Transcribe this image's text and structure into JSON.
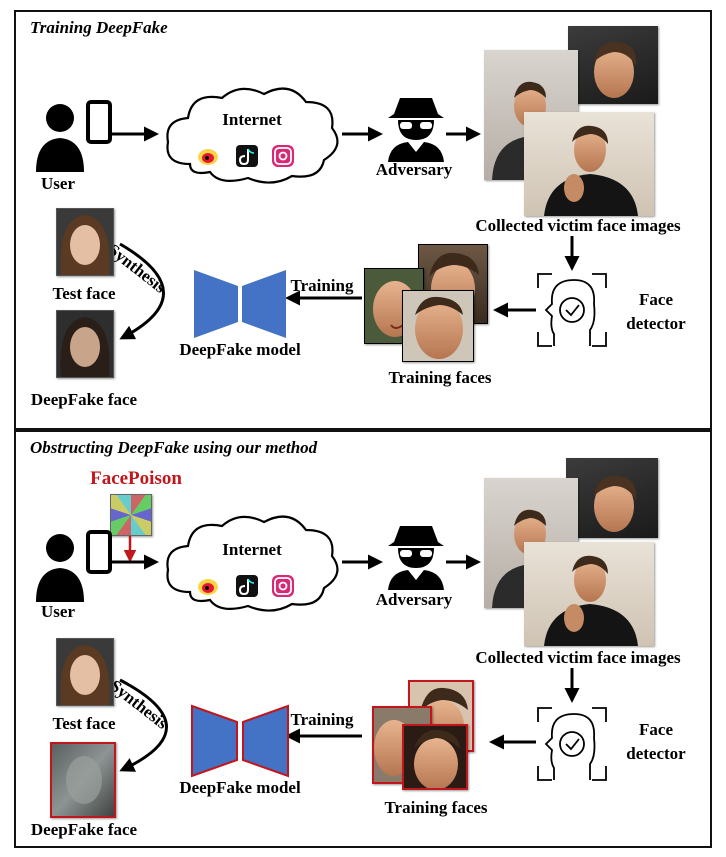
{
  "top": {
    "title": "Training DeepFake",
    "user": "User",
    "internet": "Internet",
    "adversary": "Adversary",
    "collected": "Collected victim face images",
    "face_detector_1": "Face",
    "face_detector_2": "detector",
    "training_faces": "Training faces",
    "training": "Training",
    "model": "DeepFake model",
    "synthesis": "Synthesis",
    "test_face": "Test face",
    "deepfake_face": "DeepFake face"
  },
  "bottom": {
    "title": "Obstructing DeepFake using our method",
    "facepoison": "FacePoison",
    "user": "User",
    "internet": "Internet",
    "adversary": "Adversary",
    "collected": "Collected victim face images",
    "face_detector_1": "Face",
    "face_detector_2": "detector",
    "training_faces": "Training faces",
    "training": "Training",
    "model": "DeepFake model",
    "synthesis": "Synthesis",
    "test_face": "Test face",
    "deepfake_face": "DeepFake face"
  },
  "icons": [
    "user-icon",
    "phone-icon",
    "cloud-icon",
    "weibo-icon",
    "tiktok-icon",
    "instagram-icon",
    "spy-icon",
    "face-detector-icon",
    "hourglass-model-icon"
  ],
  "colors": {
    "model_blue": "#4472c4",
    "poison_red": "#c0161c",
    "border_dark": "#111111"
  }
}
